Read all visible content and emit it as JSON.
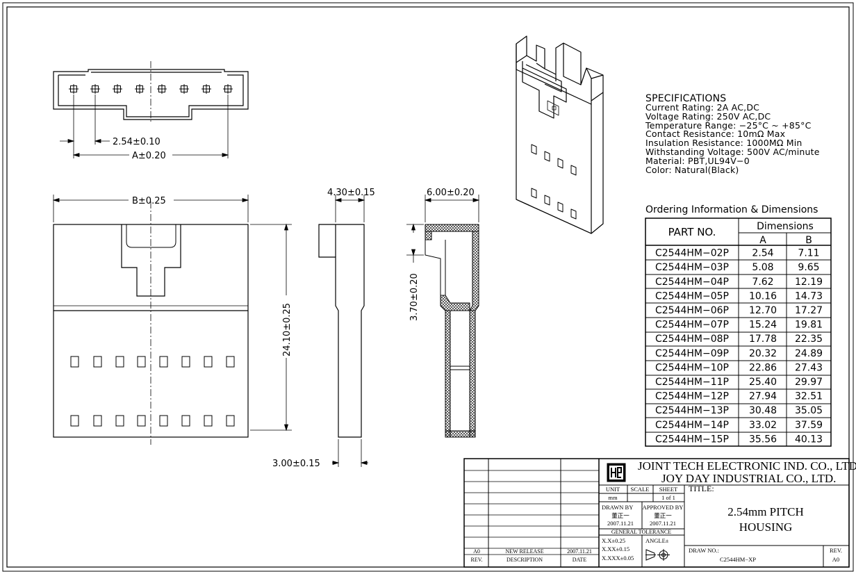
{
  "dimensions": {
    "pitch": "2.54±0.10",
    "a": "A±0.20",
    "b": "B±0.25",
    "width_side": "4.30±0.15",
    "width_section": "6.00±0.20",
    "depth": "3.70±0.20",
    "height": "24.10±0.25",
    "tail": "3.00±0.15"
  },
  "specifications": {
    "heading": "SPECIFICATIONS",
    "lines": [
      "Current Rating: 2A AC,DC",
      "Voltage Rating: 250V AC,DC",
      "Temperature Range: −25°C ~ +85°C",
      "Contact Resistance: 10mΩ Max",
      "Insulation Resistance: 1000MΩ Min",
      "Withstanding Voltage: 500V AC/minute",
      "Material: PBT,UL94V−0",
      "Color: Natural(Black)"
    ]
  },
  "ordering": {
    "title": "Ordering Information & Dimensions",
    "header_part": "PART NO.",
    "header_dims": "Dimensions",
    "header_a": "A",
    "header_b": "B",
    "rows": [
      {
        "part": "C2544HM−02P",
        "a": "2.54",
        "b": "7.11"
      },
      {
        "part": "C2544HM−03P",
        "a": "5.08",
        "b": "9.65"
      },
      {
        "part": "C2544HM−04P",
        "a": "7.62",
        "b": "12.19"
      },
      {
        "part": "C2544HM−05P",
        "a": "10.16",
        "b": "14.73"
      },
      {
        "part": "C2544HM−06P",
        "a": "12.70",
        "b": "17.27"
      },
      {
        "part": "C2544HM−07P",
        "a": "15.24",
        "b": "19.81"
      },
      {
        "part": "C2544HM−08P",
        "a": "17.78",
        "b": "22.35"
      },
      {
        "part": "C2544HM−09P",
        "a": "20.32",
        "b": "24.89"
      },
      {
        "part": "C2544HM−10P",
        "a": "22.86",
        "b": "27.43"
      },
      {
        "part": "C2544HM−11P",
        "a": "25.40",
        "b": "29.97"
      },
      {
        "part": "C2544HM−12P",
        "a": "27.94",
        "b": "32.51"
      },
      {
        "part": "C2544HM−13P",
        "a": "30.48",
        "b": "35.05"
      },
      {
        "part": "C2544HM−14P",
        "a": "33.02",
        "b": "37.59"
      },
      {
        "part": "C2544HM−15P",
        "a": "35.56",
        "b": "40.13"
      }
    ]
  },
  "title_block": {
    "company1": "JOINT TECH ELECTRONIC IND. CO., LTD.",
    "company2": "JOY DAY INDUSTRIAL CO., LTD.",
    "unit_label": "UNIT",
    "unit_value": "mm",
    "scale_label": "SCALE",
    "sheet_label": "SHEET",
    "sheet_value": "1 of 1",
    "title_label": "TITLE:",
    "title_line1": "2.54mm PITCH",
    "title_line2": "HOUSING",
    "drawn_label": "DRAWN BY",
    "drawn_name": "董正一",
    "drawn_date": "2007.11.21",
    "approved_label": "APPROVED BY",
    "approved_name": "董正一",
    "approved_date": "2007.11.21",
    "tolerance_label": "GENERAL TOLERANCE",
    "tol1": "X.X±0.25",
    "tol2": "X.XX±0.15",
    "tol3": "X.XXX±0.05",
    "angle_label": "ANGLE±",
    "draw_no_label": "DRAW NO.:",
    "draw_no": "C2544HM−XP",
    "rev_label": "REV.",
    "rev_value": "A0",
    "rev_col": "REV.",
    "desc_col": "DESCRIPTION",
    "date_col": "DATE",
    "rev_entry": "A0",
    "desc_entry": "NEW RELEASE",
    "date_entry": "2007.11.21"
  }
}
